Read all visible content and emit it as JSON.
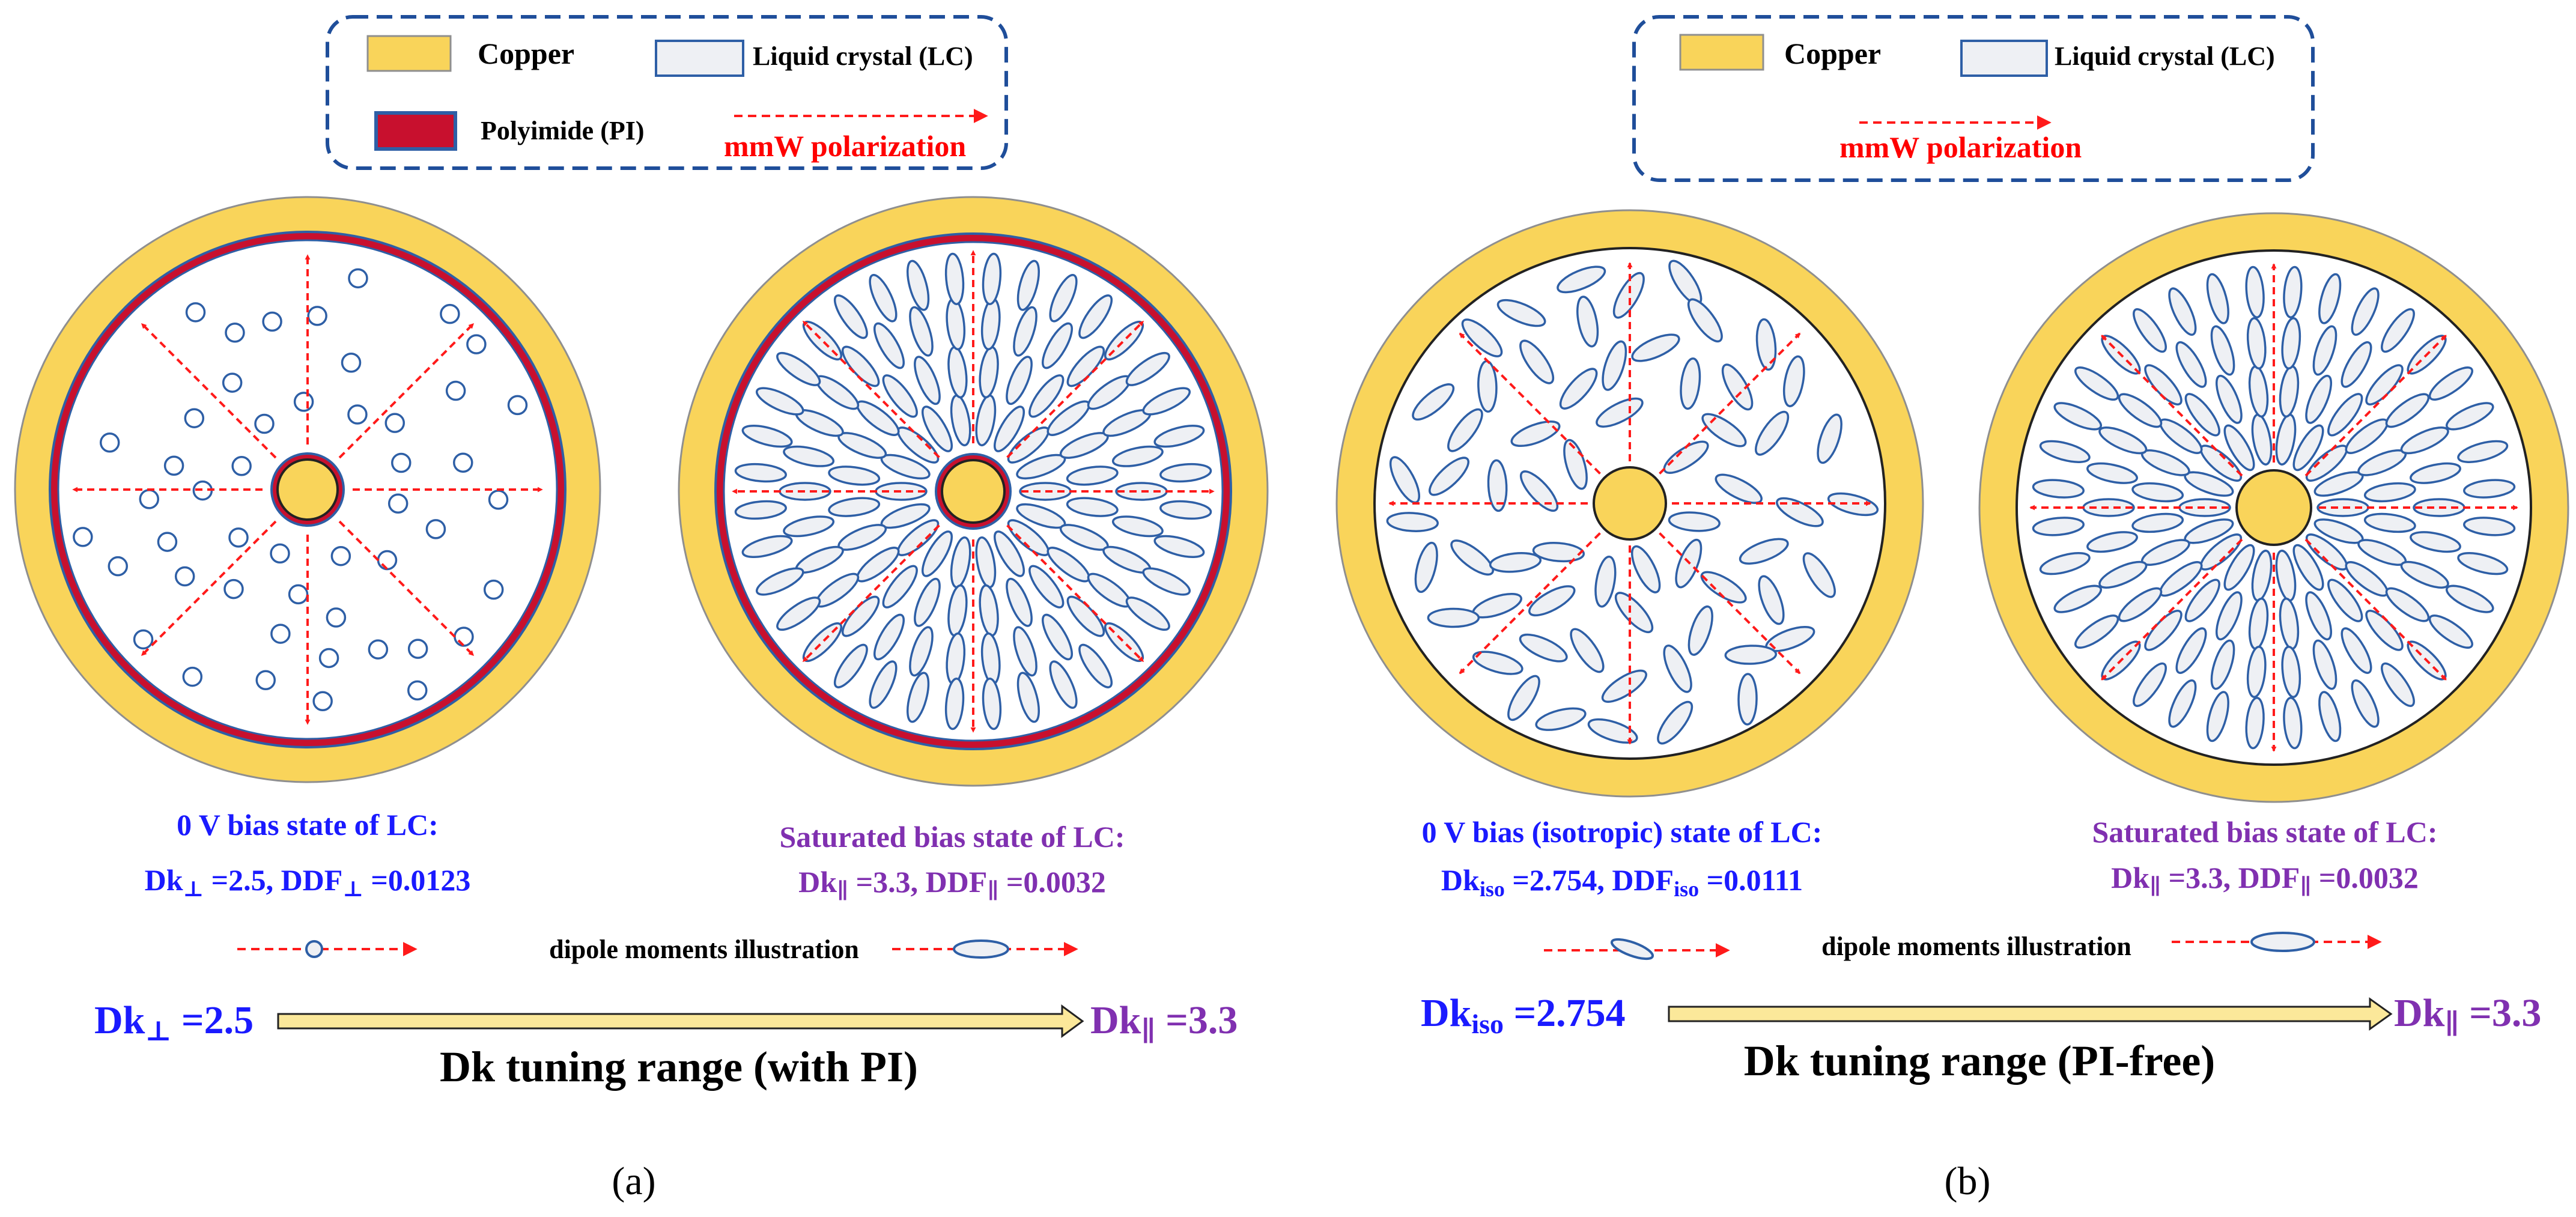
{
  "colors": {
    "copper": "#f9d45a",
    "copper_stroke": "#8f8f8f",
    "polyimide": "#c8102e",
    "lc_fill": "#eef0f4",
    "lc_stroke": "#2e5fa6",
    "arrow": "#ff1a1a",
    "legend_border": "#1f4e9a",
    "text_blue": "#1a1aff",
    "text_purple": "#8030b0",
    "text_black": "#000000",
    "text_red": "#ff0000"
  },
  "legend_a": {
    "copper_label": "Copper",
    "lc_label": "Liquid crystal (LC)",
    "pi_label": "Polyimide (PI)",
    "pol_label": "mmW polarization"
  },
  "legend_b": {
    "copper_label": "Copper",
    "lc_label": "Liquid crystal (LC)",
    "pol_label": "mmW polarization"
  },
  "panel_a": {
    "left_title": "0 V bias state of LC:",
    "left_values": {
      "dk": "Dk",
      "dk_sub": "⊥",
      "dk_val": " =2.5, ",
      "ddf": "DDF",
      "ddf_sub": "⊥",
      "ddf_val": " =0.0123"
    },
    "right_title": "Saturated bias state of LC:",
    "right_values": {
      "dk": "Dk",
      "dk_sub": "∥",
      "dk_val": " =3.3, ",
      "ddf": "DDF",
      "ddf_sub": "∥",
      "ddf_val": " =0.0032"
    },
    "dipole_label": "dipole moments illustration",
    "range_left": {
      "dk": "Dk",
      "sub": "⊥",
      "val": " =2.5"
    },
    "range_right": {
      "dk": "Dk",
      "sub": "∥",
      "val": " =3.3"
    },
    "range_title": "Dk tuning range (with PI)",
    "caption": "(a)"
  },
  "panel_b": {
    "left_title": "0 V bias (isotropic) state of LC:",
    "left_values": {
      "dk": "Dk",
      "dk_sub": "iso",
      "dk_val": " =2.754, ",
      "ddf": "DDF",
      "ddf_sub": "iso",
      "ddf_val": " =0.0111"
    },
    "right_title": "Saturated bias state of LC:",
    "right_values": {
      "dk": "Dk",
      "dk_sub": "∥",
      "dk_val": " =3.3, ",
      "ddf": "DDF",
      "ddf_sub": "∥",
      "ddf_val": " =0.0032"
    },
    "dipole_label": "dipole moments illustration",
    "range_left": {
      "dk": "Dk",
      "sub": "iso",
      "val": " =2.754"
    },
    "range_right": {
      "dk": "Dk",
      "sub": "∥",
      "val": " =3.3"
    },
    "range_title": "Dk tuning range (PI-free)",
    "caption": "(b)"
  }
}
